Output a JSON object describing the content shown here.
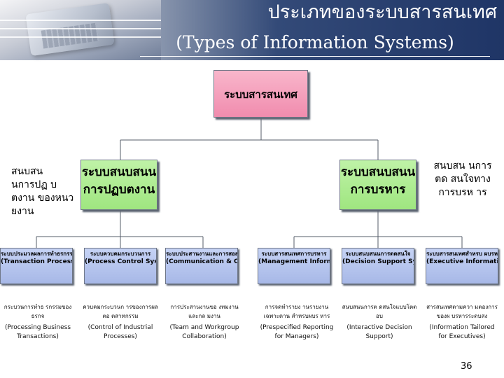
{
  "header": {
    "title_th": "ประเภทของระบบสารสนเทศ",
    "title_en": "(Types of Information Systems)"
  },
  "root": {
    "label": "ระบบสารสนเทศ"
  },
  "branches": {
    "operations": {
      "label": "ระบบสนบสนน การปฏบตงาน",
      "side_note": "สนบสน นการปฏ บตงาน ของหนว ยงาน"
    },
    "management": {
      "label": "ระบบสนบสนน การบรหาร",
      "side_note": "สนบสน นการตด สนใจทาง การบรห าร"
    }
  },
  "leaves": [
    {
      "title_th": "ระบบประมวลผลการทำธรกรรม",
      "title_en": "(Transaction Processing Systems)",
      "desc_th": "กระบวนการทำธ รกรรมของธรกจ",
      "desc_en": "(Processing Business Transactions)"
    },
    {
      "title_th": "ระบบควบคมกระบวนการ",
      "title_en": "(Process Control Systems)",
      "desc_th": "ควบคมกระบวนก ารของการผลตอ ตสาหกรรม",
      "desc_en": "(Control of Industrial Processes)"
    },
    {
      "title_th": "ระบบประสานงานและการสอสาร",
      "title_en": "(Communication & Collaboration Systems)",
      "desc_th": "การประสานงานขอ งทมงานและกล มงาน",
      "desc_en": "(Team and Workgroup Collaboration)"
    },
    {
      "title_th": "ระบบสารสนเทศการบรหาร",
      "title_en": "(Management Information Systems)",
      "desc_th": "การจดทำรายง านรายงานเฉพาะดาน สำหรบผบร หาร",
      "desc_en": "(Prespecified Reporting for Managers)"
    },
    {
      "title_th": "ระบบสนบสนนการตดสนใจ",
      "title_en": "(Decision Support Systems)",
      "desc_th": "สนบสนนการต ดสนใจแบบโตต อบ",
      "desc_en": "(Interactive Decision Support)"
    },
    {
      "title_th": "ระบบสารสนเทศสำหรบ ผบรหาระดบสง",
      "title_en": "(Executive Information Systems)",
      "desc_th": "สารสนเทศตามควา มตองการของผ บรหารระดบสง",
      "desc_en": "(Information Tailored for Executives)"
    }
  ],
  "page_number": "36"
}
